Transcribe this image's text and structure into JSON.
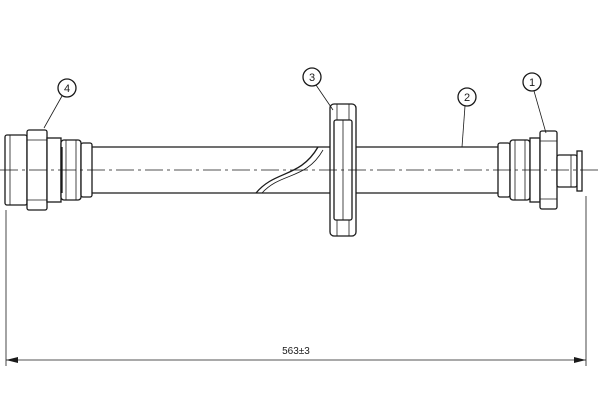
{
  "callouts": [
    {
      "id": "1"
    },
    {
      "id": "2"
    },
    {
      "id": "3"
    },
    {
      "id": "4"
    }
  ],
  "dimension": {
    "overall_length": "563±3"
  }
}
